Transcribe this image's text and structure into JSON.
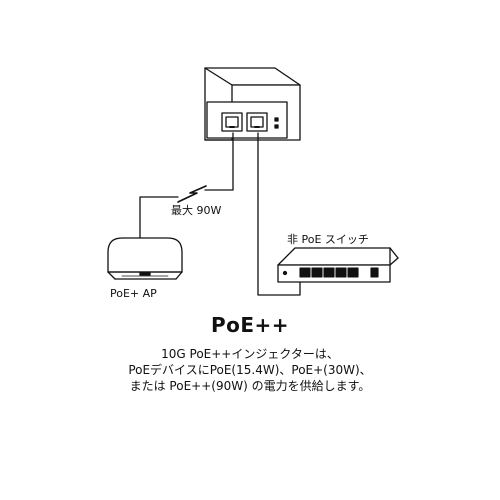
{
  "labels": {
    "power": "最大 90W",
    "switch": "非 PoE スイッチ",
    "ap": "PoE+ AP"
  },
  "title": "PoE++",
  "description": [
    "10G PoE++インジェクターは、",
    "PoEデバイスにPoE(15.4W)、PoE+(30W)、",
    "または PoE++(90W) の電力を供給します。"
  ]
}
